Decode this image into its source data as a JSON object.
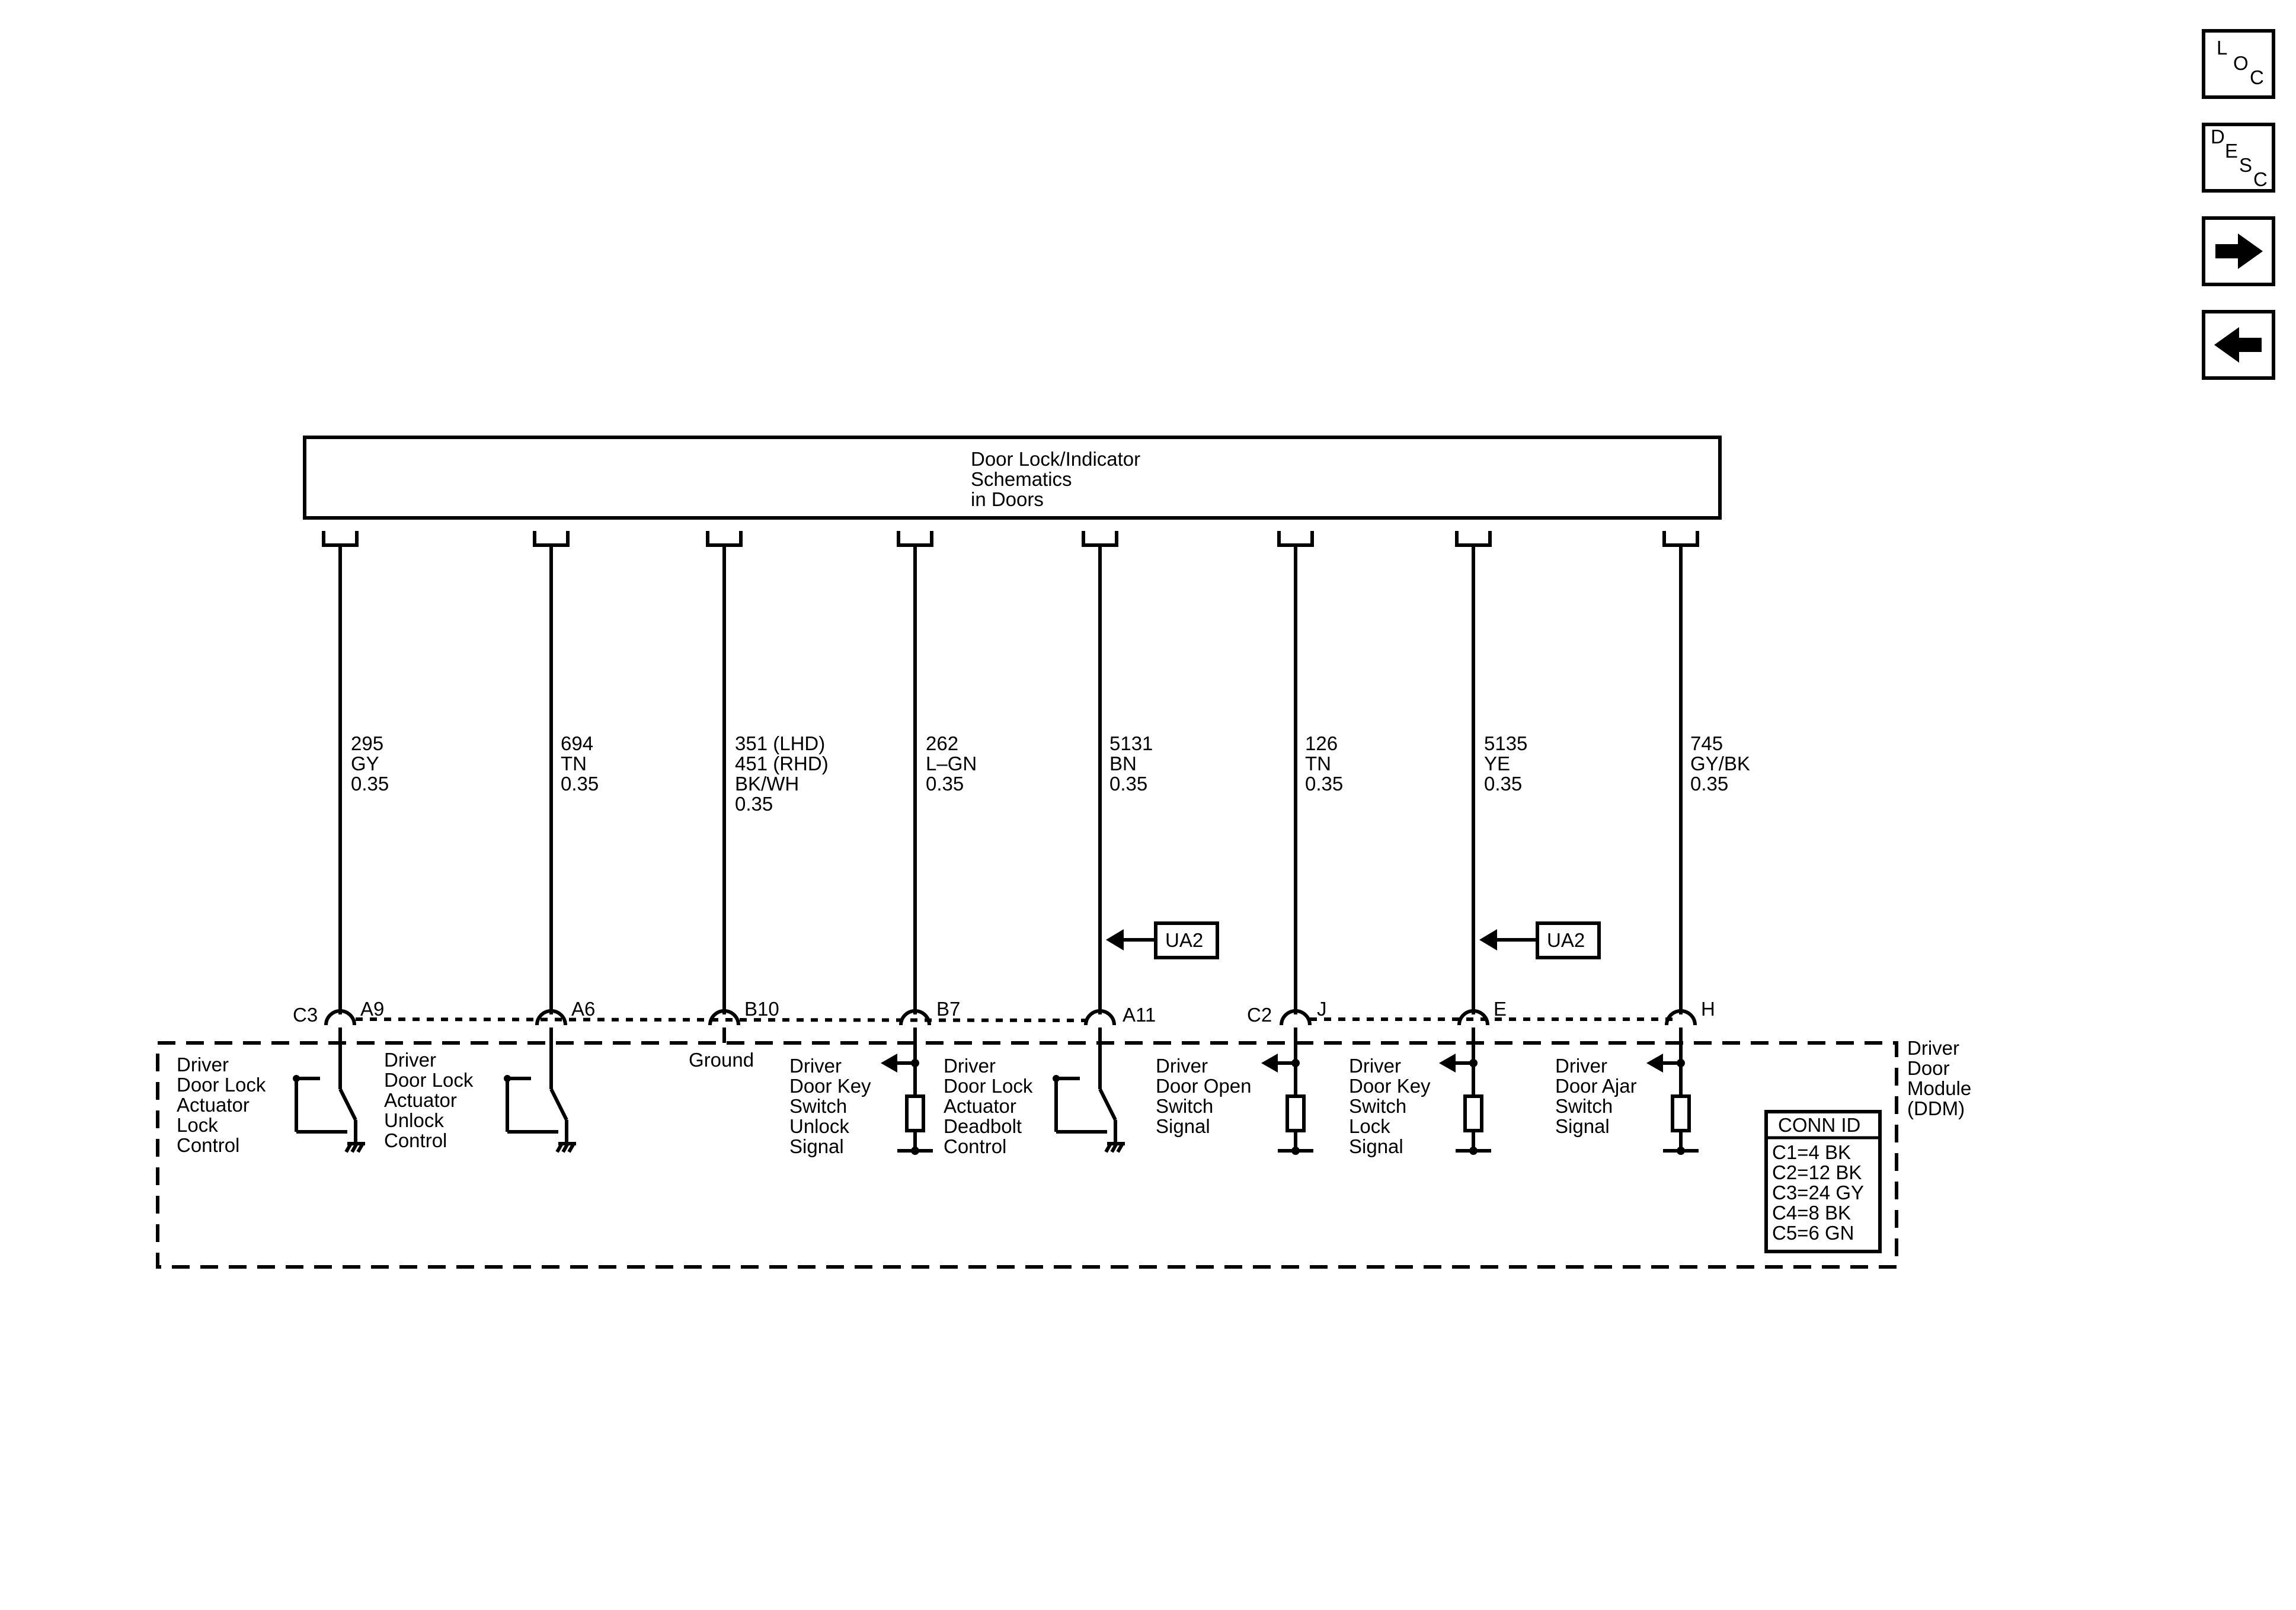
{
  "nav": {
    "loc": [
      "L",
      "O",
      "C"
    ],
    "desc": [
      "D",
      "E",
      "S",
      "C"
    ],
    "forward_icon": "arrow-right-icon",
    "back_icon": "arrow-left-icon"
  },
  "top_component": {
    "lines": [
      "Door Lock/Indicator",
      "Schematics",
      "in Doors"
    ]
  },
  "wires": [
    {
      "lines": [
        "295",
        "GY",
        "0.35"
      ],
      "pin": "A9",
      "connector": "C3"
    },
    {
      "lines": [
        "694",
        "TN",
        "0.35"
      ],
      "pin": "A6"
    },
    {
      "lines": [
        "351 (LHD)",
        "451 (RHD)",
        "BK/WH",
        "0.35"
      ],
      "pin": "B10"
    },
    {
      "lines": [
        "262",
        "L–GN",
        "0.35"
      ],
      "pin": "B7"
    },
    {
      "lines": [
        "5131",
        "BN",
        "0.35"
      ],
      "pin": "A11",
      "ref": "UA2"
    },
    {
      "lines": [
        "126",
        "TN",
        "0.35"
      ],
      "pin": "J",
      "connector": "C2"
    },
    {
      "lines": [
        "5135",
        "YE",
        "0.35"
      ],
      "pin": "E",
      "ref": "UA2"
    },
    {
      "lines": [
        "745",
        "GY/BK",
        "0.35"
      ],
      "pin": "H"
    }
  ],
  "ground_label": "Ground",
  "internal_labels": [
    [
      "Driver",
      "Door Lock",
      "Actuator",
      "Lock",
      "Control"
    ],
    [
      "Driver",
      "Door Lock",
      "Actuator",
      "Unlock",
      "Control"
    ],
    [
      "Driver",
      "Door Key",
      "Switch",
      "Unlock",
      "Signal"
    ],
    [
      "Driver",
      "Door Lock",
      "Actuator",
      "Deadbolt",
      "Control"
    ],
    [
      "Driver",
      "Door Open",
      "Switch",
      "Signal"
    ],
    [
      "Driver",
      "Door Key",
      "Switch",
      "Lock",
      "Signal"
    ],
    [
      "Driver",
      "Door Ajar",
      "Switch",
      "Signal"
    ]
  ],
  "module": {
    "lines": [
      "Driver",
      "Door",
      "Module",
      "(DDM)"
    ]
  },
  "conn_id": {
    "title": "CONN ID",
    "rows": [
      "C1=4 BK",
      "C2=12 BK",
      "C3=24 GY",
      "C4=8 BK",
      "C5=6 GN"
    ]
  }
}
